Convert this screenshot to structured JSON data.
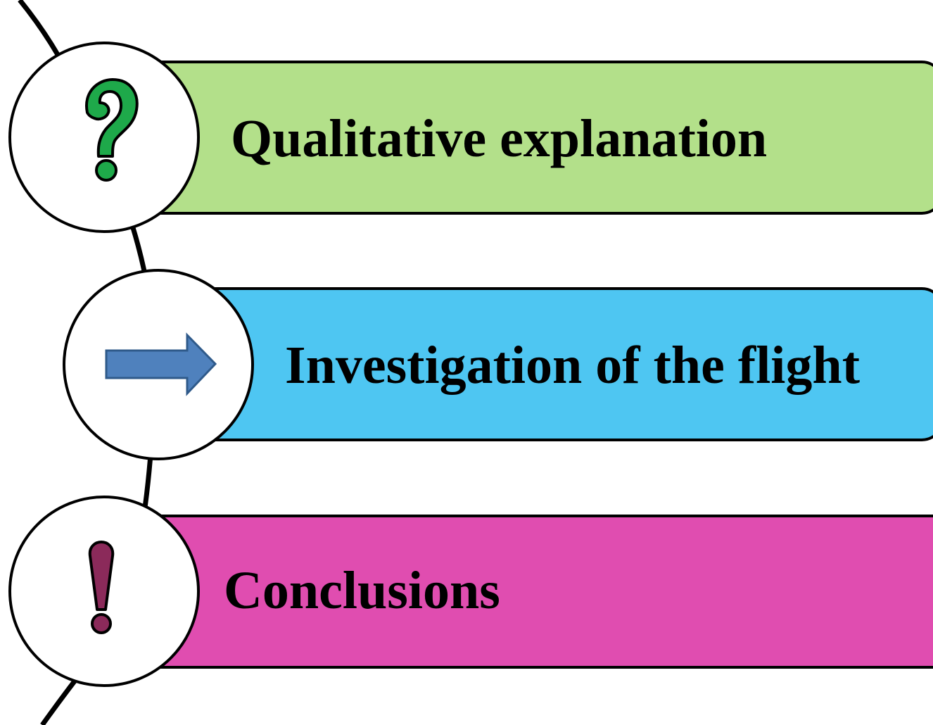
{
  "steps": [
    {
      "label": "Qualitative explanation",
      "icon": "question-mark-icon",
      "band_color": "#b3e08a",
      "icon_color": "#1ea94a"
    },
    {
      "label": "Investigation of the flight",
      "icon": "right-arrow-icon",
      "band_color": "#4ec6f2",
      "icon_color": "#4f81bd"
    },
    {
      "label": "Conclusions",
      "icon": "exclamation-mark-icon",
      "band_color": "#e04db0",
      "icon_color": "#8b2a5a"
    }
  ]
}
